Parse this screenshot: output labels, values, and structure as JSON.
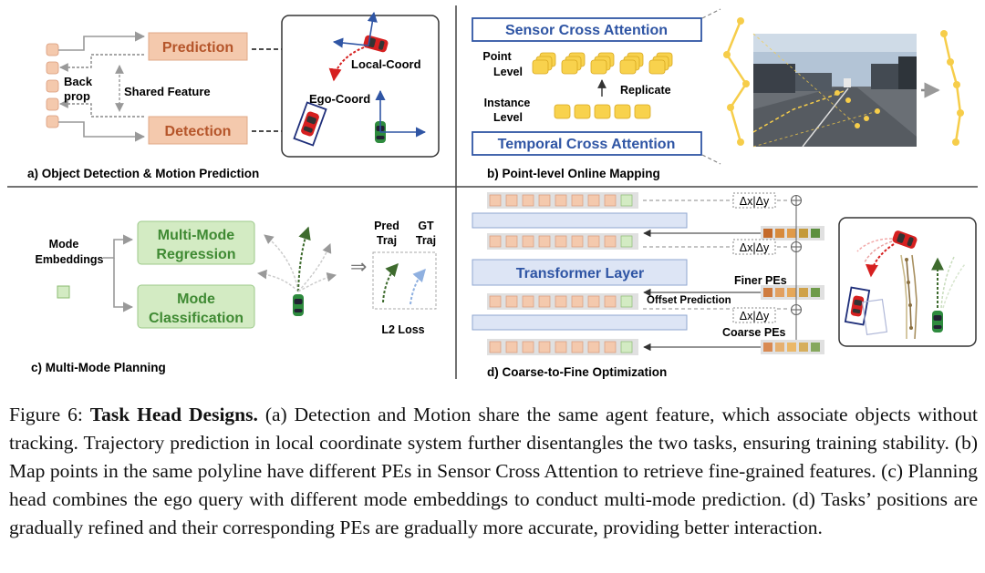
{
  "panel_a": {
    "caption": "a) Object Detection & Motion Prediction",
    "prediction": "Prediction",
    "detection": "Detection",
    "back": "Back",
    "prop": "prop",
    "shared_feature": "Shared Feature",
    "local_coord": "Local-Coord",
    "ego_coord": "Ego-Coord"
  },
  "panel_b": {
    "caption": "b) Point-level Online Mapping",
    "sensor_ca": "Sensor Cross Attention",
    "temporal_ca": "Temporal Cross Attention",
    "point": "Point",
    "point_level": "Level",
    "instance": "Instance",
    "instance_level": "Level",
    "replicate": "Replicate"
  },
  "panel_c": {
    "caption": "c) Multi-Mode Planning",
    "mode": "Mode",
    "embeddings": "Embeddings",
    "reg_1": "Multi-Mode",
    "reg_2": "Regression",
    "cls_1": "Mode",
    "cls_2": "Classification",
    "pred": "Pred",
    "pred_traj": "Traj",
    "gt": "GT",
    "gt_traj": "Traj",
    "l2_loss": "L2 Loss"
  },
  "panel_d": {
    "caption": "d) Coarse-to-Fine Optimization",
    "transformer": "Transformer Layer",
    "finer_pes": "Finer PEs",
    "offset_pred": "Offset Prediction",
    "coarse_pes": "Coarse PEs",
    "delta": "Δx|Δy"
  },
  "caption": {
    "prefix": "Figure 6: ",
    "title": "Task Head Designs.",
    "body": " (a) Detection and Motion share the same agent feature, which associate objects without tracking. Trajectory prediction in local coordinate system further disentangles the two tasks, ensuring training stability. (b) Map points in the same polyline have different PEs in Sensor Cross Attention to retrieve fine-grained features. (c) Planning head combines the ego query with different mode embeddings to conduct multi-mode prediction. (d) Tasks’ positions are gradually refined and their corresponding PEs are gradually more accurate, providing better interaction."
  },
  "colors": {
    "orange_fill": "#f4c9ad",
    "orange_text": "#b5552a",
    "blue_text": "#2f55a4",
    "green_fill": "#d3ebc3",
    "green_text": "#3f8a33",
    "yellow": "#f6cd4a"
  }
}
